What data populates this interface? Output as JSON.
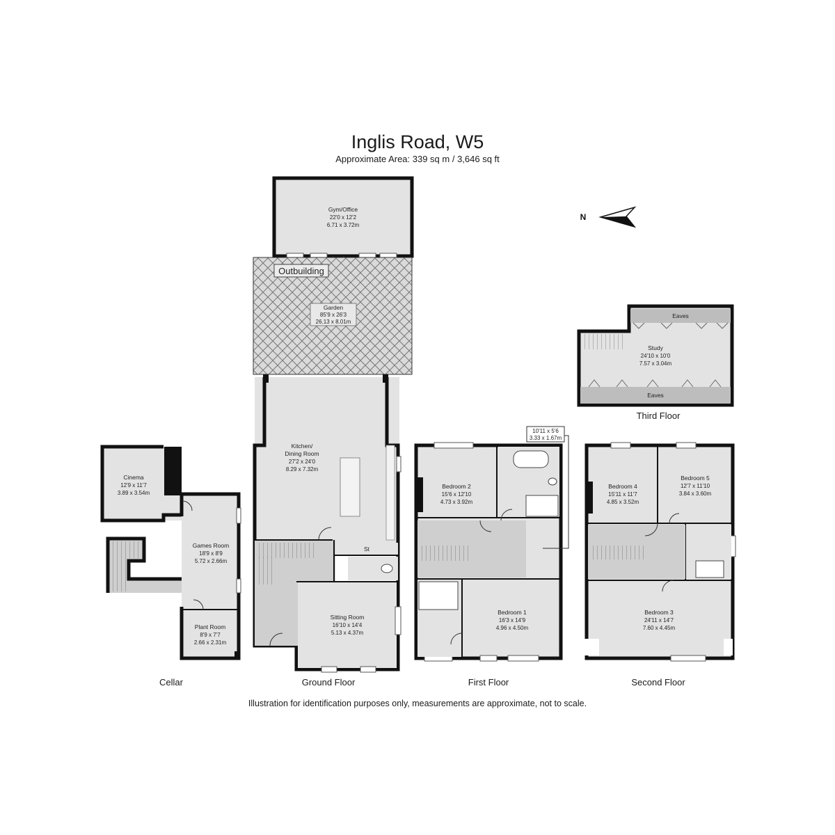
{
  "header": {
    "title": "Inglis Road, W5",
    "subtitle": "Approximate Area: 339 sq m / 3,646 sq ft"
  },
  "compass": {
    "label": "N"
  },
  "outbuilding": {
    "label": "Outbuilding",
    "gym": {
      "name": "Gym/Office",
      "imperial": "22'0 x 12'2",
      "metric": "6.71 x 3.72m"
    },
    "garden": {
      "name": "Garden",
      "imperial": "85'9 x 26'3",
      "metric": "26.13 x 8.01m"
    }
  },
  "cellar": {
    "label": "Cellar",
    "cinema": {
      "name": "Cinema",
      "imperial": "12'9 x 11'7",
      "metric": "3.89 x 3.54m"
    },
    "games": {
      "name": "Games Room",
      "imperial": "18'9 x 8'9",
      "metric": "5.72 x 2.66m"
    },
    "plant": {
      "name": "Plant Room",
      "imperial": "8'9 x 7'7",
      "metric": "2.66 x 2.31m"
    }
  },
  "ground": {
    "label": "Ground Floor",
    "kitchen": {
      "name1": "Kitchen/",
      "name2": "Dining Room",
      "imperial": "27'2 x 24'0",
      "metric": "8.29 x 7.32m"
    },
    "store": "St",
    "sitting": {
      "name": "Sitting Room",
      "imperial": "16'10 x 14'4",
      "metric": "5.13 x 4.37m"
    }
  },
  "first": {
    "label": "First Floor",
    "callout": {
      "imperial": "10'11 x 5'6",
      "metric": "3.33 x 1.67m"
    },
    "bed2": {
      "name": "Bedroom 2",
      "imperial": "15'6 x 12'10",
      "metric": "4.73 x 3.92m"
    },
    "bed1": {
      "name": "Bedroom 1",
      "imperial": "16'3 x 14'9",
      "metric": "4.96 x 4.50m"
    }
  },
  "second": {
    "label": "Second Floor",
    "bed4": {
      "name": "Bedroom 4",
      "imperial": "15'11 x 11'7",
      "metric": "4.85 x 3.52m"
    },
    "bed5": {
      "name": "Bedroom 5",
      "imperial": "12'7 x 11'10",
      "metric": "3.84 x 3.60m"
    },
    "bed3": {
      "name": "Bedroom 3",
      "imperial": "24'11 x 14'7",
      "metric": "7.60 x 4.45m"
    }
  },
  "third": {
    "label": "Third Floor",
    "eaves_top": "Eaves",
    "eaves_bottom": "Eaves",
    "study": {
      "name": "Study",
      "imperial": "24'10 x 10'0",
      "metric": "7.57 x 3.04m"
    }
  },
  "footer": {
    "disclaimer": "Illustration for identification purposes only, measurements are approximate, not to scale."
  }
}
